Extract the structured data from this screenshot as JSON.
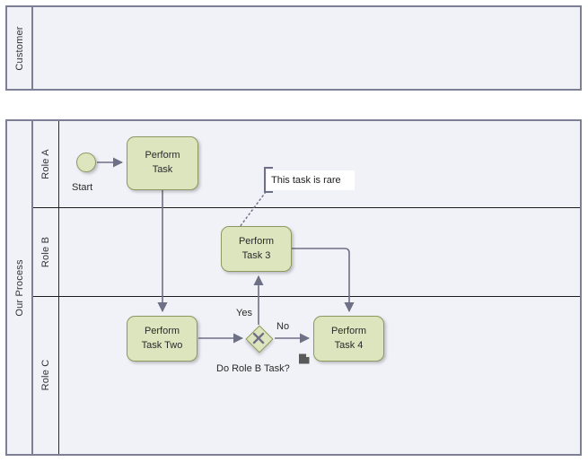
{
  "diagram": {
    "type": "bpmn-process-diagram",
    "colors": {
      "pool_border": "#7d7f94",
      "pool_fill": "#f1f2f7",
      "lane_divider": "#1c1c1c",
      "task_fill": "#dde5bf",
      "task_border": "#8a9a60",
      "connector": "#6e7085",
      "annotation_fill": "#ffffff",
      "annotation_border": "#6e7085",
      "doc_icon": "#595959",
      "canvas_bg": "#ffffff"
    }
  },
  "pools": [
    {
      "name": "Customer",
      "lanes": []
    },
    {
      "name": "Our Process",
      "lanes": [
        {
          "name": "Role A"
        },
        {
          "name": "Role B"
        },
        {
          "name": "Role C"
        }
      ]
    }
  ],
  "nodes": {
    "start_event": {
      "label": "Start",
      "kind": "start-event",
      "lane": "Role A"
    },
    "task_1": {
      "line1": "Perform",
      "line2": "Task",
      "kind": "task",
      "lane": "Role A"
    },
    "task_3": {
      "line1": "Perform",
      "line2": "Task 3",
      "kind": "task",
      "lane": "Role B"
    },
    "task_two": {
      "line1": "Perform",
      "line2": "Task Two",
      "kind": "task",
      "lane": "Role C"
    },
    "task_4": {
      "line1": "Perform",
      "line2": "Task 4",
      "kind": "task",
      "lane": "Role C"
    },
    "gateway": {
      "label": "Do Role B Task?",
      "kind": "exclusive-gateway",
      "lane": "Role C"
    }
  },
  "flow_labels": {
    "yes": "Yes",
    "no": "No"
  },
  "annotation": {
    "text": "This task is rare",
    "attached_to": "task_3"
  },
  "icons": {
    "document": "document-icon"
  }
}
